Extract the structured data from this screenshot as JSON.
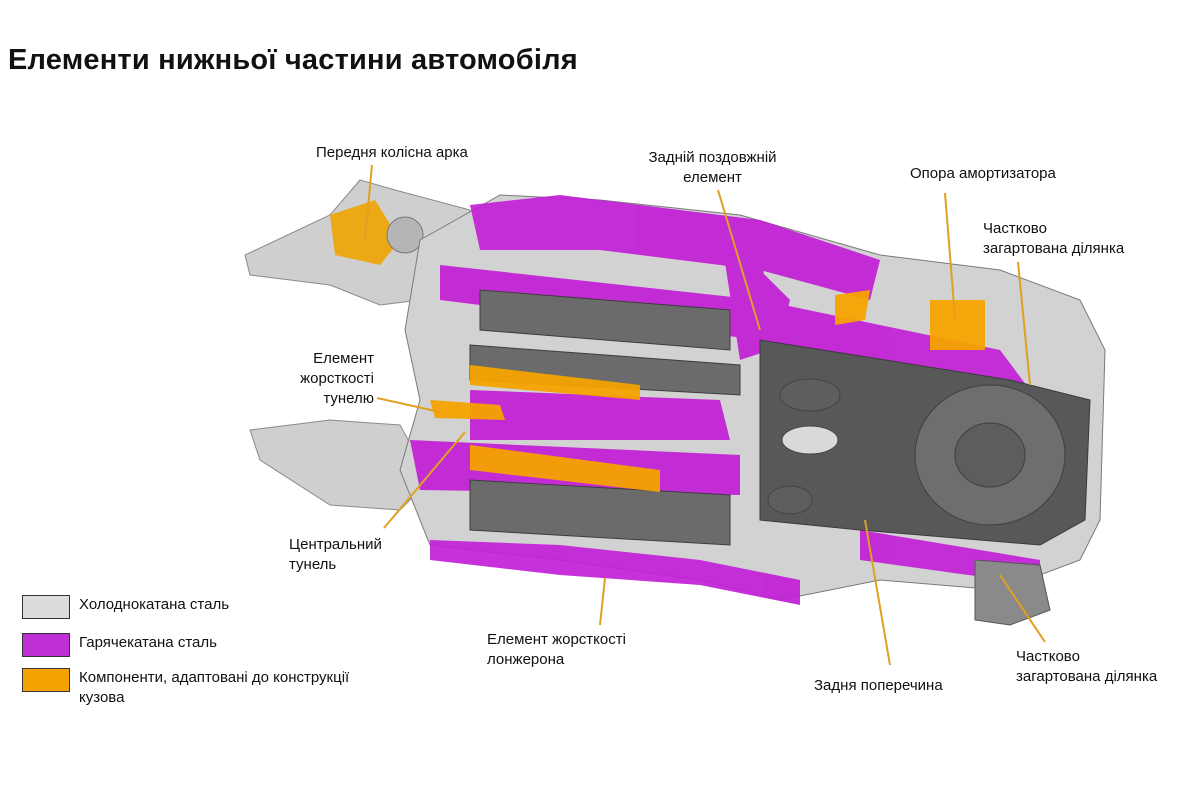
{
  "title": "Елементи нижньої частини автомобіля",
  "colors": {
    "cold_rolled": "#dcdcdc",
    "hot_rolled": "#bf2fd6",
    "tailored": "#f5a300",
    "leader": "#e0a020"
  },
  "labels": {
    "front_wheel_arch": [
      "Передня колісна арка"
    ],
    "rear_longitudinal": [
      "Задній поздовжній",
      "елемент"
    ],
    "shock_mount": [
      "Опора амортизатора"
    ],
    "partial_hardened_top": [
      "Частково",
      "загартована ділянка"
    ],
    "tunnel_stiffener": [
      "Елемент",
      "жорсткості",
      "тунелю"
    ],
    "central_tunnel": [
      "Центральний",
      "тунель"
    ],
    "rail_stiffener": [
      "Елемент жорсткості",
      "лонжерона"
    ],
    "rear_crossmember": [
      "Задня поперечина"
    ],
    "partial_hardened_bottom": [
      "Частково",
      "загартована ділянка"
    ]
  },
  "legend": [
    {
      "color": "#dcdcdc",
      "lines": [
        "Холоднокатана сталь"
      ]
    },
    {
      "color": "#bf2fd6",
      "lines": [
        "Гарячекатана сталь"
      ]
    },
    {
      "color": "#f5a300",
      "lines": [
        "Компоненти, адаптовані до конструкції",
        "кузова"
      ]
    }
  ]
}
